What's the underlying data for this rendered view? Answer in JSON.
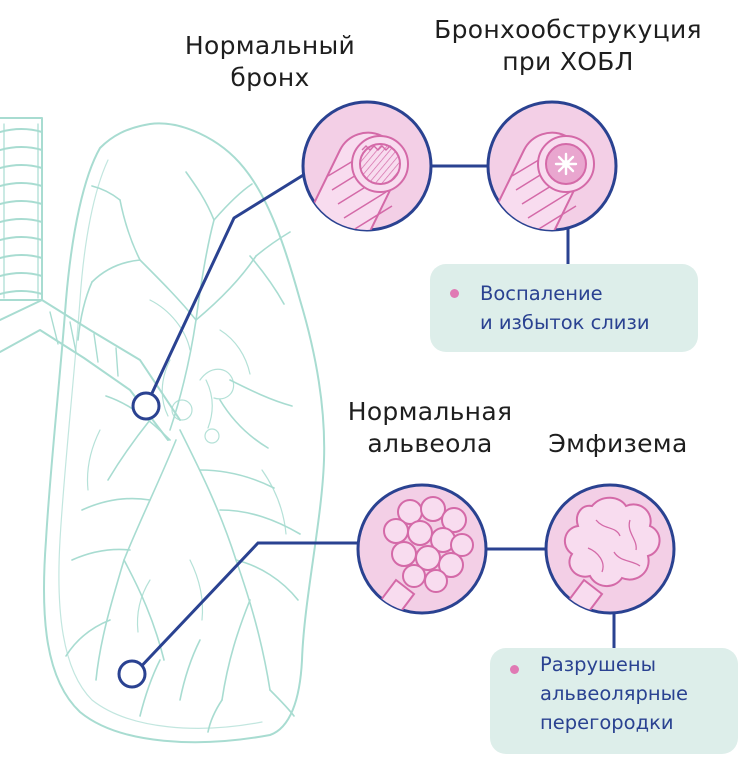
{
  "labels": {
    "normal_bronchus": [
      "Нормальный",
      "бронх"
    ],
    "copd_obstruction": [
      "Бронхообструкуция",
      "при ХОБЛ"
    ],
    "normal_alveolus": [
      "Нормальная",
      "альвеола"
    ],
    "emphysema": "Эмфизема"
  },
  "callouts": {
    "inflammation": [
      "Воспаление",
      "и избыток слизи"
    ],
    "destroyed_septa": [
      "Разрушены",
      "альвеолярные",
      "перегородки"
    ]
  },
  "colors": {
    "lung_outline": "#a8dcd1",
    "connector": "#2a4291",
    "circle_fill": "#f3cfe6",
    "pink_ink": "#d46aa8",
    "callout_bg": "#ddeeea",
    "bullet": "#e07ab4",
    "text": "#1e1e1e",
    "callout_text": "#2a4291"
  }
}
